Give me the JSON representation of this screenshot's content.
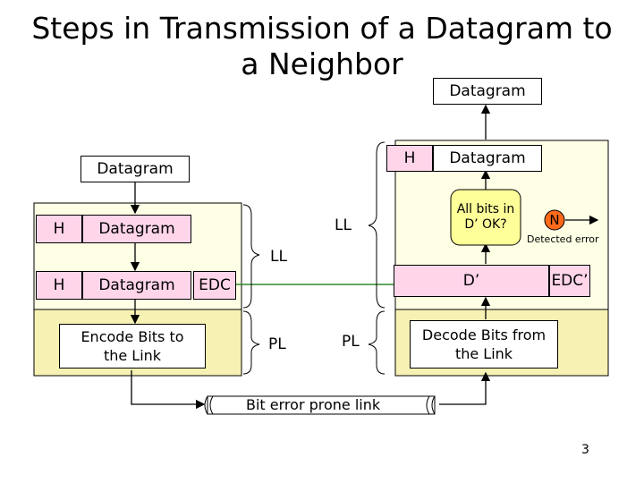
{
  "title": {
    "line1": "Steps in Transmission of a Datagram to",
    "line2": "a Neighbor"
  },
  "sender": {
    "datagram_top": "Datagram",
    "ll_header": "H",
    "ll_datagram": "Datagram",
    "frame_header": "H",
    "frame_datagram": "Datagram",
    "frame_edc": "EDC",
    "encode": "Encode Bits to the Link"
  },
  "layers": {
    "ll_left": "LL",
    "ll_right": "LL",
    "pl_left": "PL",
    "pl_right": "PL"
  },
  "link": {
    "label": "Bit error prone link"
  },
  "receiver": {
    "datagram_top": "Datagram",
    "header": "H",
    "datagram": "Datagram",
    "check": "All bits in D’ OK?",
    "no": "N",
    "detected_error": "Detected error",
    "d_prime": "D’",
    "edc_prime": "EDC’",
    "decode": "Decode Bits from the Link"
  },
  "page_number": "3",
  "colors": {
    "panel": "#ffffe6",
    "band": "#f7f2b4",
    "pink": "#ffd5ea",
    "decision": "#ffff99",
    "no_circle": "#ff6a1a",
    "edc_line": "#2d8a2d",
    "link_bar": "#ffffff"
  }
}
